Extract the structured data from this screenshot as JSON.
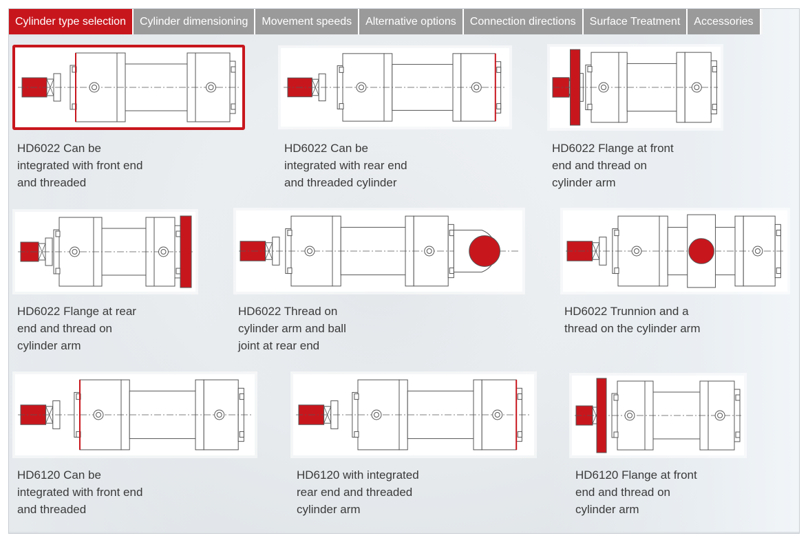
{
  "tabs": [
    {
      "label": "Cylinder type selection",
      "active": true
    },
    {
      "label": "Cylinder dimensioning",
      "active": false
    },
    {
      "label": "Movement speeds",
      "active": false
    },
    {
      "label": "Alternative options",
      "active": false
    },
    {
      "label": "Connection directions",
      "active": false
    },
    {
      "label": "Surface Treatment",
      "active": false
    },
    {
      "label": "Accessories",
      "active": false
    }
  ],
  "items": [
    {
      "caption": "HD6022 Can be integrated with front end and threaded",
      "selected": true
    },
    {
      "caption": "HD6022 Can be integrated with rear end and threaded cylinder",
      "selected": false
    },
    {
      "caption": "HD6022 Flange at front end and thread on cylinder arm",
      "selected": false
    },
    {
      "caption": "HD6022 Flange at rear end and thread on cylinder arm",
      "selected": false
    },
    {
      "caption": "HD6022 Thread on cylinder arm and ball joint at rear end",
      "selected": false
    },
    {
      "caption": "HD6022 Trunnion and a thread on the cylinder arm",
      "selected": false
    },
    {
      "caption": "HD6120 Can be integrated with front end and threaded",
      "selected": false
    },
    {
      "caption": "HD6120 with integrated rear end and threaded cylinder arm",
      "selected": false
    },
    {
      "caption": "HD6120 Flange at front end and thread on cylinder arm",
      "selected": false
    }
  ],
  "colors": {
    "accent": "#c8161d",
    "tab_inactive": "#9a9a9a",
    "caption_text": "#3a3a3a"
  },
  "icons": {
    "cylinder_drawing": "hydraulic-cylinder-drawing"
  }
}
